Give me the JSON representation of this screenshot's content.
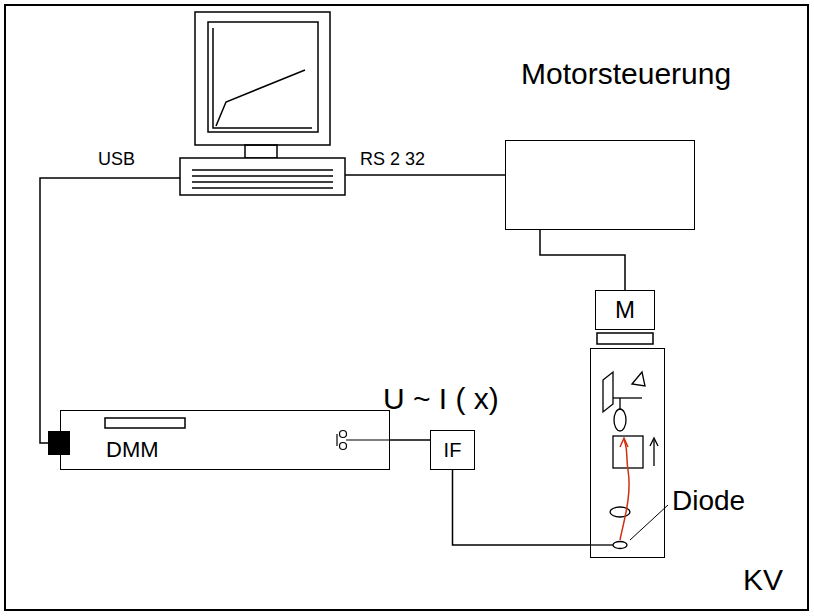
{
  "diagram": {
    "nodes": [
      {
        "text": [
          "Motorsteuerung"
        ]
      },
      {
        "text": [
          "M"
        ]
      },
      {
        "text": [
          "DMM"
        ]
      },
      {
        "text": [
          "IF"
        ]
      },
      {
        "text": [
          "KV"
        ]
      }
    ],
    "edges": [
      {
        "from": 0,
        "to": 1,
        "arrow": "none"
      },
      {
        "from": 2,
        "to": 3,
        "arrow": "none"
      },
      {
        "from": 3,
        "to": 4,
        "arrow": "none"
      }
    ],
    "labels": [
      "USB",
      "RS 2 32",
      "U ~ I ( x)",
      "Diode"
    ]
  }
}
